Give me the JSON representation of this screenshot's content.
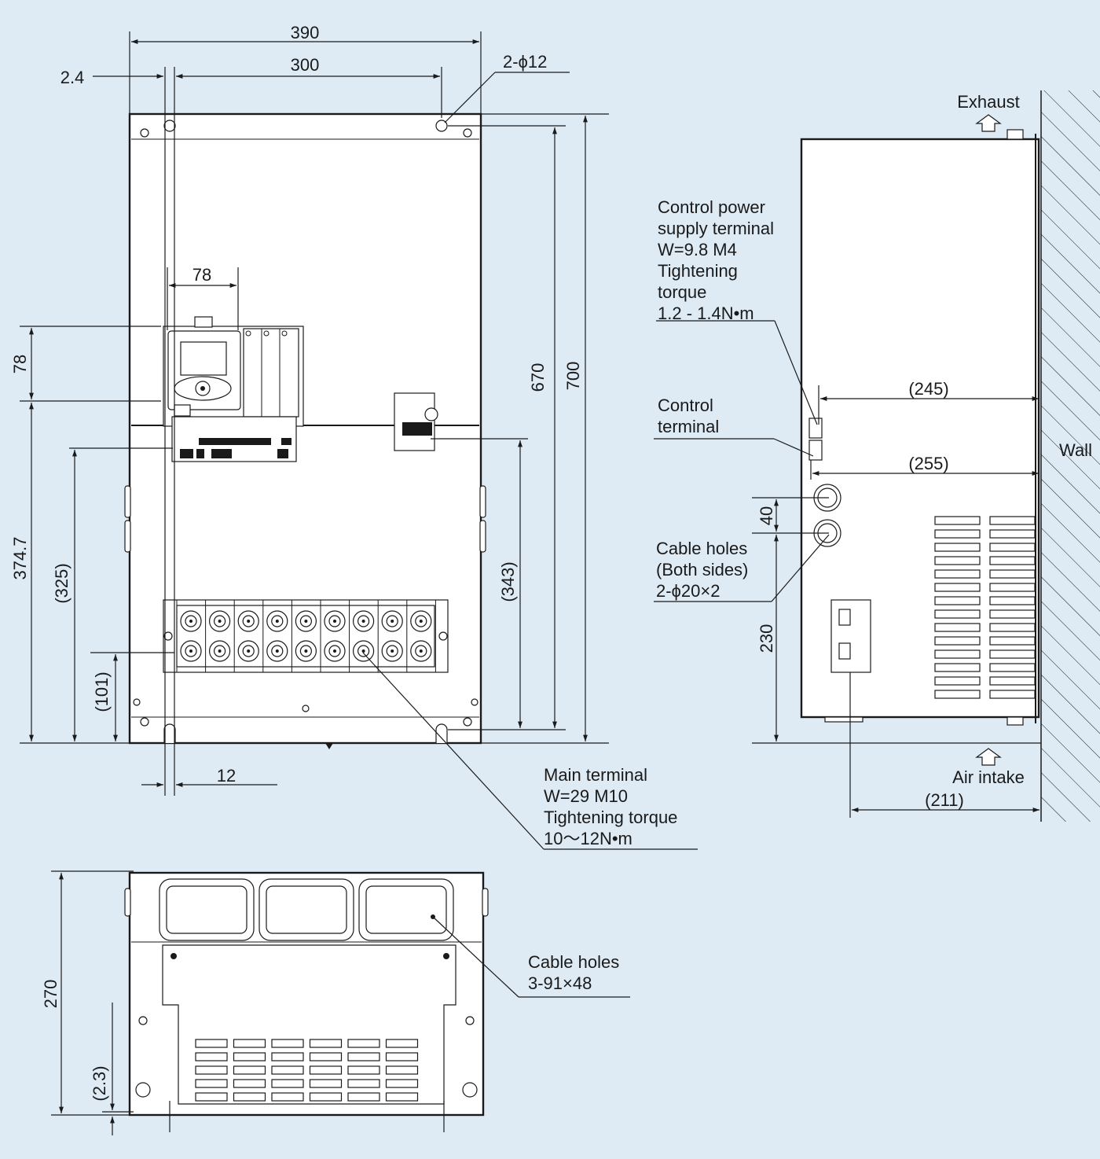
{
  "front_view": {
    "dim_width_total": "390",
    "dim_hole_pitch": "300",
    "dim_hole_offset": "2.4",
    "dim_hole_spec": "2-ϕ12",
    "dim_panel_width": "78",
    "dim_panel_height": "78",
    "dim_height_670": "670",
    "dim_height_700": "700",
    "dim_374_7": "374.7",
    "dim_325": "(325)",
    "dim_343": "(343)",
    "dim_101": "(101)",
    "dim_slot": "12",
    "main_terminal": {
      "line1": "Main terminal",
      "line2": "W=29 M10",
      "line3": "Tightening torque",
      "line4": "10～12N•m"
    }
  },
  "side_view": {
    "exhaust": "Exhaust",
    "air_intake": "Air intake",
    "wall": "Wall",
    "control_power": {
      "line1": "Control power",
      "line2": "supply terminal",
      "line3": "W=9.8 M4",
      "line4": "Tightening",
      "line5": "torque",
      "line6": "1.2 - 1.4N•m"
    },
    "control_terminal": {
      "line1": "Control",
      "line2": "terminal"
    },
    "cable_holes": {
      "line1": "Cable holes",
      "line2": "(Both sides)",
      "line3": "2-ϕ20×2"
    },
    "dim_245": "(245)",
    "dim_255": "(255)",
    "dim_40": "40",
    "dim_230": "230",
    "dim_211": "(211)"
  },
  "bottom_view": {
    "dim_270": "270",
    "dim_2_3": "(2.3)",
    "cable_holes": {
      "line1": "Cable holes",
      "line2": "3-91×48"
    }
  }
}
